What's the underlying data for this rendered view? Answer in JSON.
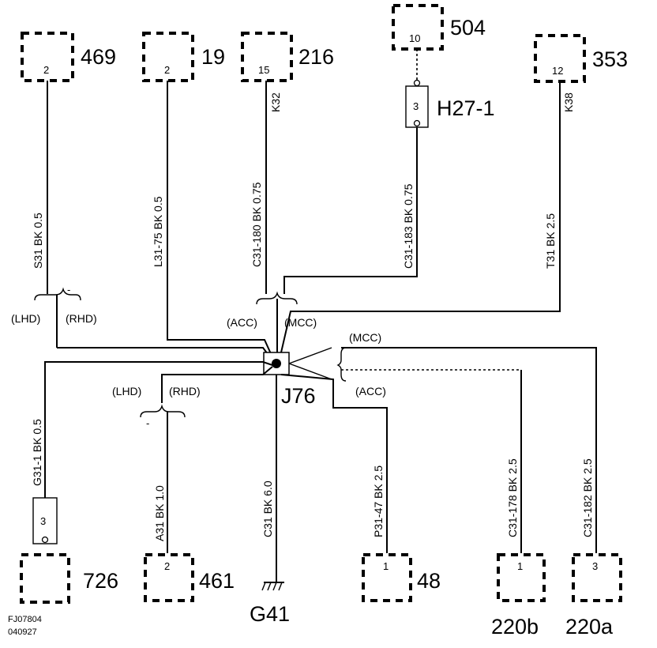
{
  "connectors": {
    "c469": {
      "id": "469",
      "pin": "2"
    },
    "c19": {
      "id": "19",
      "pin": "2"
    },
    "c216": {
      "id": "216",
      "pin": "15"
    },
    "c504": {
      "id": "504",
      "pin": "10"
    },
    "c353": {
      "id": "353",
      "pin": "12"
    },
    "c726": {
      "id": "726"
    },
    "c461": {
      "id": "461",
      "pin": "2"
    },
    "c48": {
      "id": "48",
      "pin": "1"
    },
    "c220b": {
      "id": "220b",
      "pin": "1"
    },
    "c220a": {
      "id": "220a",
      "pin": "3"
    }
  },
  "inline": {
    "h27": {
      "id": "H27-1",
      "pin": "3"
    },
    "c726": {
      "pin": "3"
    }
  },
  "splice": {
    "id": "J76"
  },
  "ground": {
    "id": "G41"
  },
  "wires": {
    "s31": "S31  BK  0.5",
    "l31_75": "L31-75  BK  0.5",
    "c31_180": "C31-180  BK  0.75",
    "k32": "K32",
    "c31_183": "C31-183  BK  0.75",
    "t31": "T31  BK  2.5",
    "k38": "K38",
    "g31_1": "G31-1  BK  0.5",
    "a31": "A31  BK  1.0",
    "c31": "C31  BK  6.0",
    "p31_47": "P31-47  BK  2.5",
    "c31_178": "C31-178  BK  2.5",
    "c31_182": "C31-182  BK  2.5"
  },
  "options": {
    "lhd_top": "(LHD)",
    "rhd_top": "(RHD)",
    "acc_top": "(ACC)",
    "mcc_top": "(MCC)",
    "mcc_right": "(MCC)",
    "acc_right": "(ACC)",
    "lhd_mid": "(LHD)",
    "rhd_mid": "(RHD)",
    "dash_mark": "-"
  },
  "footer": {
    "code": "FJ07804",
    "date": "040927"
  }
}
